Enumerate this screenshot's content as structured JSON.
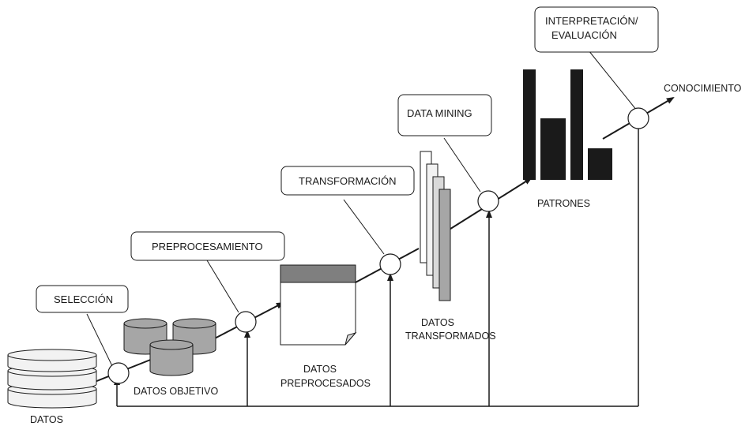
{
  "steps": {
    "seleccion": "SELECCIÓN",
    "preprocesamiento": "PREPROCESAMIENTO",
    "transformacion": "TRANSFORMACIÓN",
    "data_mining": "DATA MINING",
    "interpretacion_line1": "INTERPRETACIÓN/",
    "interpretacion_line2": "EVALUACIÓN"
  },
  "labels": {
    "datos": "DATOS",
    "datos_objetivo": "DATOS OBJETIVO",
    "datos_preprocesados_line1": "DATOS",
    "datos_preprocesados_line2": "PREPROCESADOS",
    "datos_transformados_line1": "DATOS",
    "datos_transformados_line2": "TRANSFORMADOS",
    "patrones": "PATRONES",
    "conocimiento": "CONOCIMIENTO"
  },
  "colors": {
    "cylinder_stack": "#f2f2f2",
    "cylinder_target": "#a6a6a6",
    "doc_header": "#7f7f7f",
    "pattern_bars": "#1a1a1a",
    "stroke": "#1a1a1a"
  }
}
